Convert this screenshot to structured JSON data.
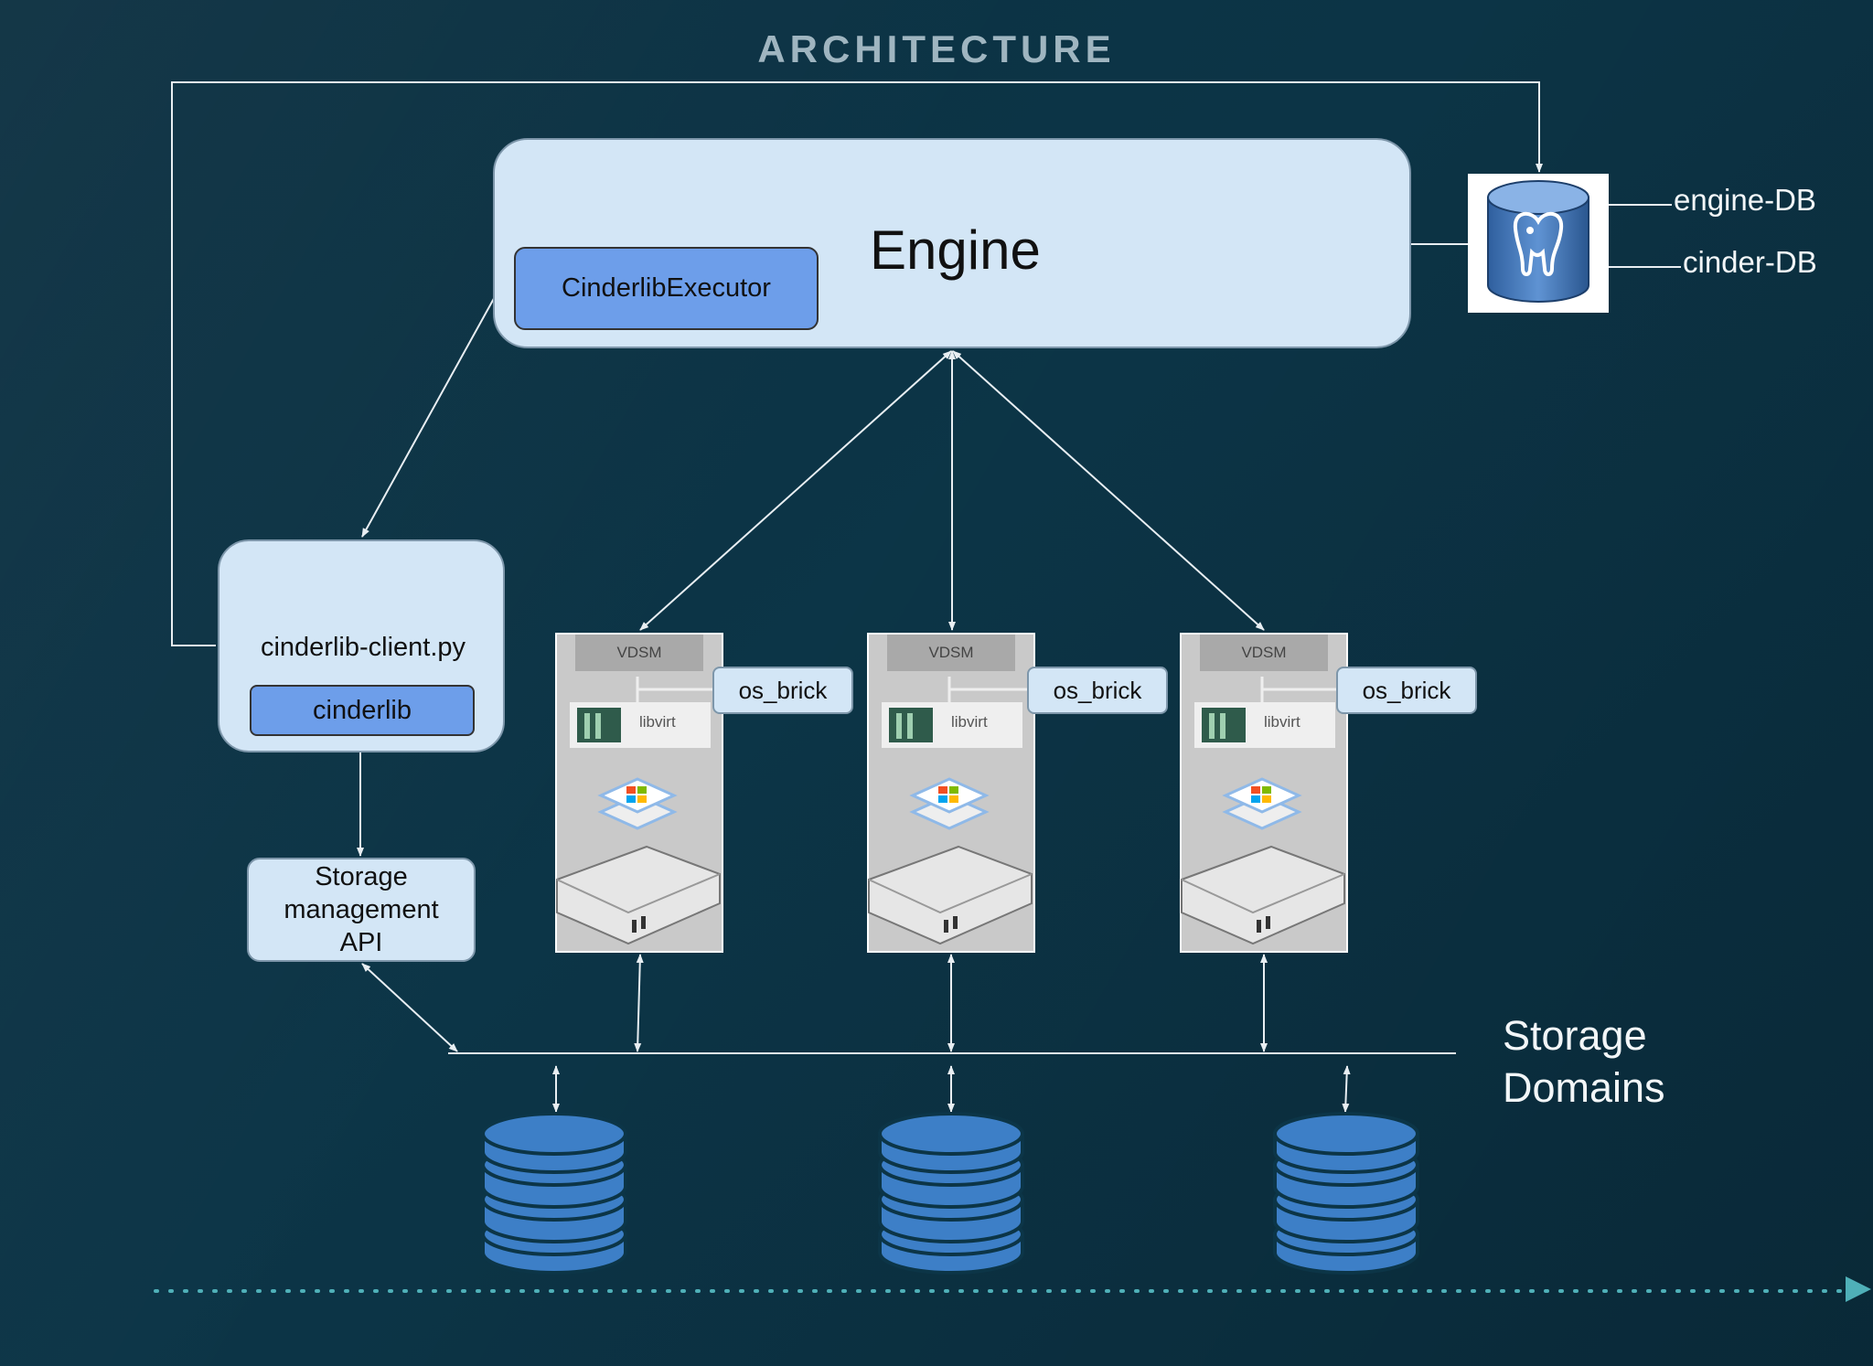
{
  "title": "ARCHITECTURE",
  "engine": {
    "label": "Engine",
    "executor": "CinderlibExecutor"
  },
  "database": {
    "labels": [
      "engine-DB",
      "cinder-DB"
    ],
    "icon": "postgresql-elephant-icon"
  },
  "client": {
    "label": "cinderlib-client.py",
    "lib": "cinderlib"
  },
  "storage_api": {
    "label": "Storage\nmanagement\nAPI"
  },
  "hosts": [
    {
      "vdsm": "VDSM",
      "libvirt": "libvirt",
      "os_brick": "os_brick"
    },
    {
      "vdsm": "VDSM",
      "libvirt": "libvirt",
      "os_brick": "os_brick"
    },
    {
      "vdsm": "VDSM",
      "libvirt": "libvirt",
      "os_brick": "os_brick"
    }
  ],
  "storage_domains": {
    "label": "Storage\nDomains",
    "count": 3
  },
  "colors": {
    "background": "#0c3547",
    "box_fill": "#d3e6f6",
    "accent_box": "#6d9eea",
    "storage_blue": "#3d7fc7",
    "arrow": "#e8eef2",
    "timeline": "#4fb0b8"
  }
}
